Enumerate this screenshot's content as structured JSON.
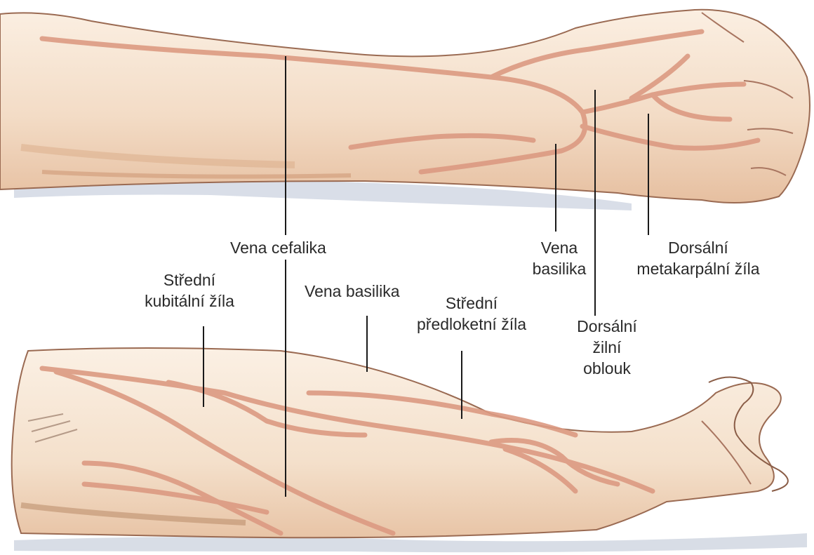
{
  "labels": {
    "vena_cefalika": "Vena cefalika",
    "vena_basilika_upper": [
      "Vena",
      "basilika"
    ],
    "dorsalni_metakarpalni": [
      "Dorsální",
      "metakarpální žíla"
    ],
    "stredni_kubitalni": [
      "Střední",
      "kubitální žíla"
    ],
    "vena_basilika_lower": "Vena basilika",
    "stredni_predloketni": [
      "Střední",
      "předloketní žíla"
    ],
    "dorsalni_zilni_oblouk": [
      "Dorsální",
      "žilní",
      "oblouk"
    ]
  },
  "colors": {
    "skin": "#f6e4d0",
    "skin_shadow": "#e3b896",
    "vein": "#dc9a82",
    "outline": "#8a5d47",
    "leader": "#1a1a1a",
    "surface_shadow": "#bcc4d4"
  }
}
